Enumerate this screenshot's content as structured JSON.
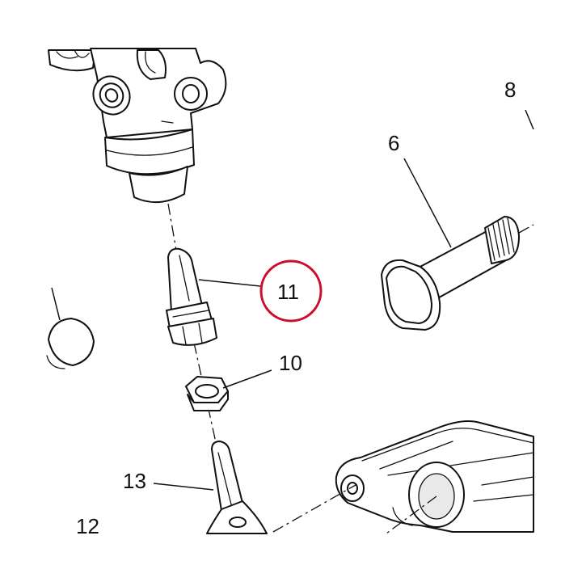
{
  "labels": {
    "p6": "6",
    "p8": "8",
    "p10": "10",
    "p11": "11",
    "p12": "12",
    "p13": "13"
  },
  "highlight": {
    "part": "11",
    "color": "#c8102e"
  }
}
